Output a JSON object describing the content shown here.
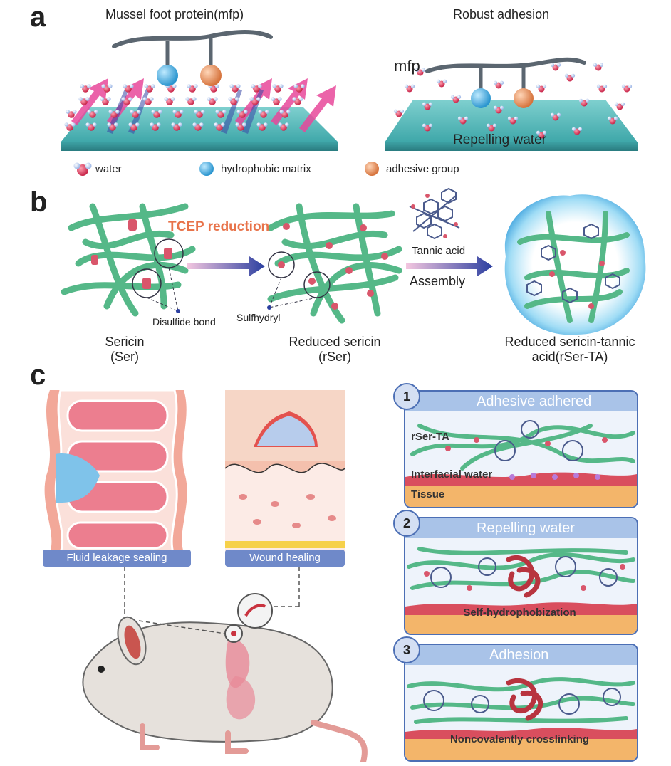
{
  "panels": {
    "a": "a",
    "b": "b",
    "c": "c"
  },
  "panel_a": {
    "left_title": "Mussel foot protein(mfp)",
    "right_title": "Robust adhesion",
    "mfp_label": "mfp",
    "repel_label": "Repelling water",
    "legend": [
      {
        "label": "water",
        "icon": "water-molecule-icon"
      },
      {
        "label": "hydrophobic matrix",
        "icon": "blue-sphere-icon",
        "color": "#3fa9d8"
      },
      {
        "label": "adhesive group",
        "icon": "orange-sphere-icon",
        "color": "#e58a57"
      }
    ]
  },
  "panel_b": {
    "tcep": "TCEP reduction",
    "disulfide": "Disulfide bond",
    "sulfhydryl": "Sulfhydryl",
    "tannic": "Tannic acid",
    "assembly": "Assembly",
    "ser_name": "Sericin",
    "ser_abbr": "(Ser)",
    "rser_name": "Reduced sericin",
    "rser_abbr": "(rSer)",
    "rserta_line1": "Reduced sericin-tannic",
    "rserta_line2": "acid(rSer-TA)",
    "tcep_color": "#e8734a"
  },
  "panel_c": {
    "fluid": "Fluid leakage sealing",
    "wound": "Wound healing",
    "boxes": [
      {
        "num": "1",
        "title": "Adhesive adhered",
        "rser": "rSer-TA",
        "water": "Interfacial water",
        "tissue": "Tissue"
      },
      {
        "num": "2",
        "title": "Repelling water",
        "caption": "Self-hydrophobization"
      },
      {
        "num": "3",
        "title": "Adhesion",
        "caption": "Noncovalently crosslinking"
      }
    ]
  }
}
